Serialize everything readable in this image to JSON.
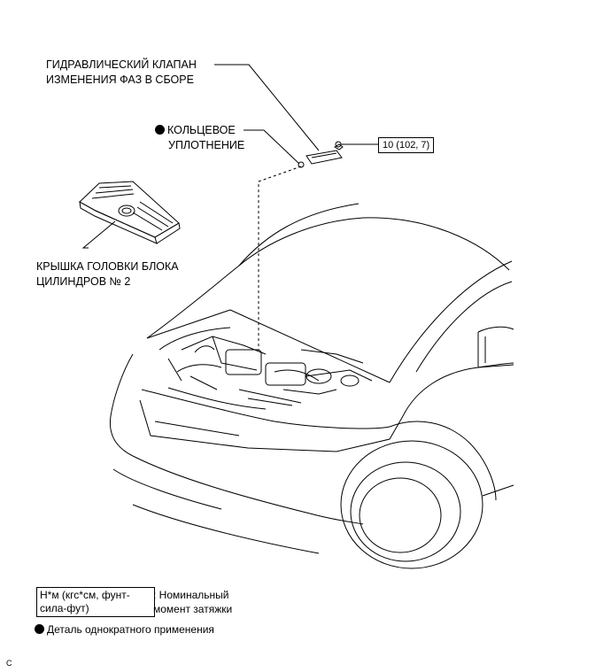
{
  "labels": {
    "valve_line1": "ГИДРАВЛИЧЕСКИЙ КЛАПАН",
    "valve_line2": "ИЗМЕНЕНИЯ ФАЗ В СБОРЕ",
    "oring_line1": "КОЛЬЦЕВОЕ",
    "oring_line2": "УПЛОТНЕНИЕ",
    "cover_line1": "КРЫШКА ГОЛОВКИ БЛОКА",
    "cover_line2": "ЦИЛИНДРОВ № 2",
    "torque_value": "10 (102, 7)"
  },
  "legend": {
    "unit_line1": "Н*м (кгс*см, фунт-",
    "unit_line2": "сила-фут)",
    "unit_desc_line1": ": Номинальный",
    "unit_desc_line2": "момент затяжки",
    "non_reusable": "Деталь однократного применения"
  },
  "footer_code": "C"
}
